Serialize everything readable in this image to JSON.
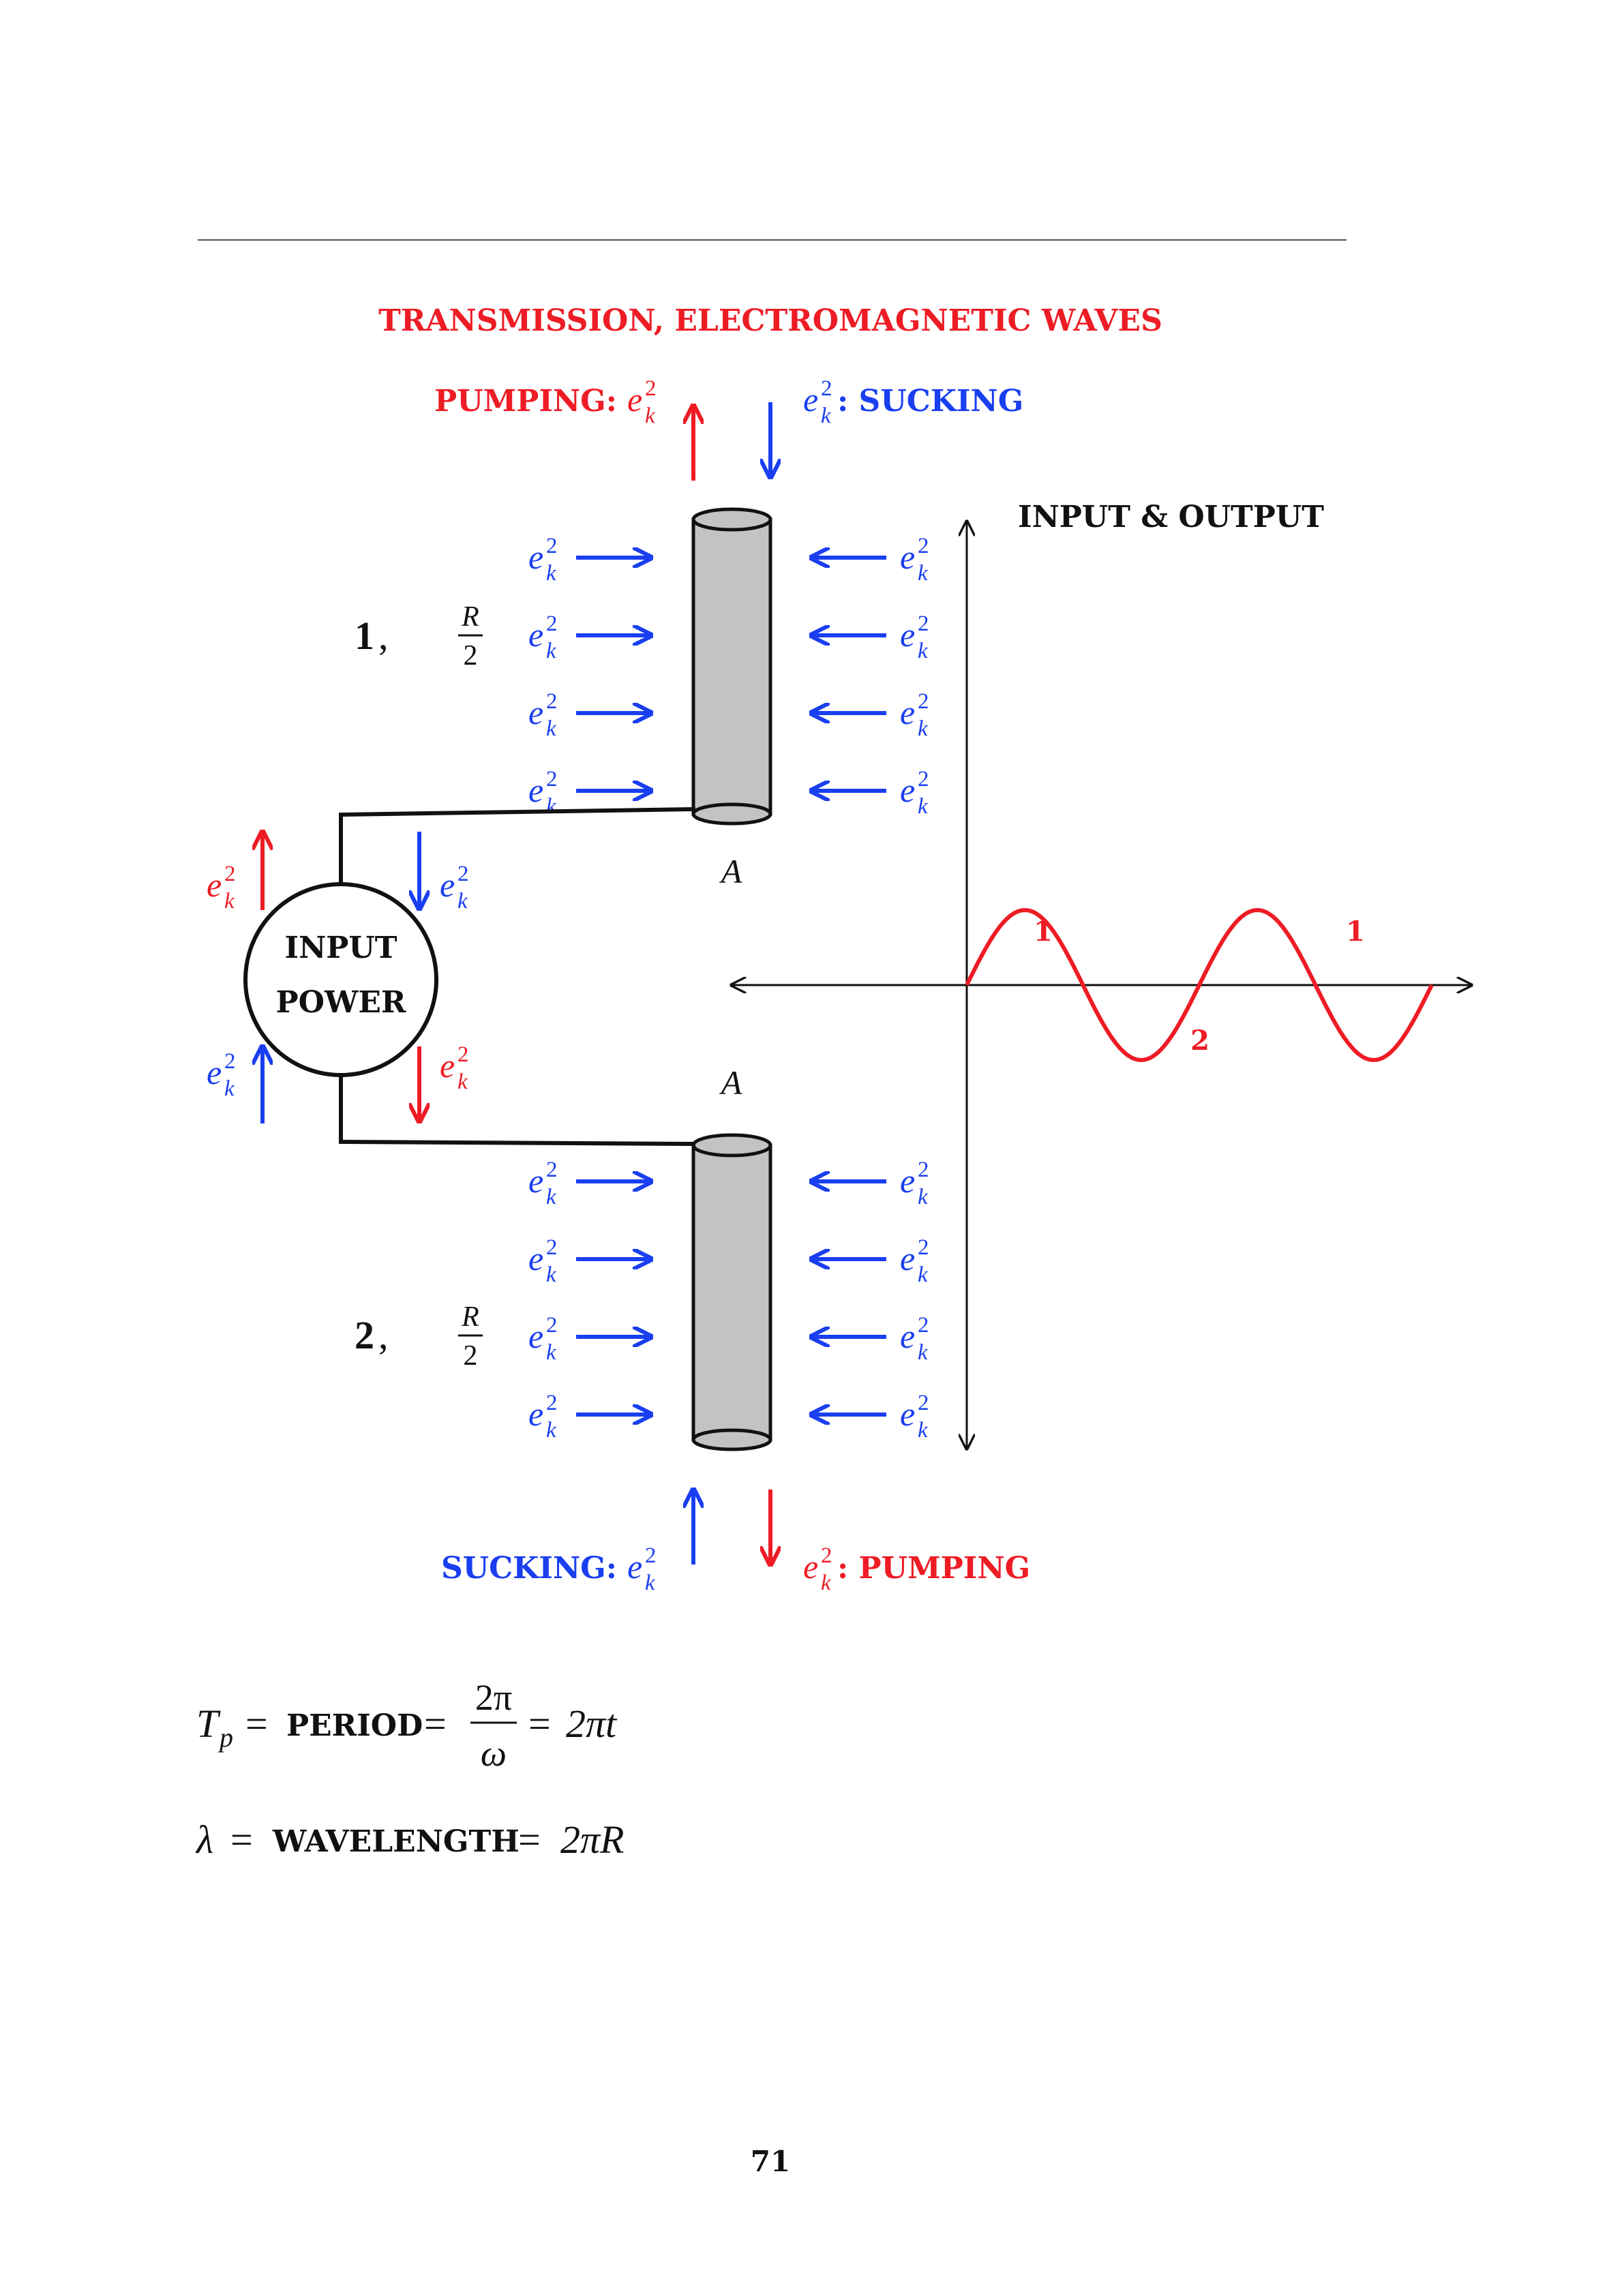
{
  "page": {
    "title": "TRANSMISSION, ELECTROMAGNETIC WAVES",
    "page_number": "71"
  },
  "colors": {
    "red": "#ee1c25",
    "blue": "#1a3ff0",
    "black": "#111111",
    "cylinder_fill": "#c3c3c3"
  },
  "diagram": {
    "top_left_label": "PUMPING:",
    "top_right_label": ": SUCKING",
    "bottom_left_label": "SUCKING:",
    "bottom_right_label": ": PUMPING",
    "symbol_base": "e",
    "symbol_sub": "k",
    "symbol_sup": "2",
    "source_label_line1": "INPUT",
    "source_label_line2": "POWER",
    "point_label": "A",
    "conductor_1_number": "1",
    "conductor_2_number": "2",
    "separator": ",",
    "fraction_num": "R",
    "fraction_den": "2",
    "axis_label": "INPUT & OUTPUT",
    "wave_label_1": "1",
    "wave_label_2": "2",
    "wave_label_3": "1"
  },
  "formulas": {
    "period_lhs_T": "T",
    "period_lhs_sub": "p",
    "eq": "=",
    "period_word": "PERIOD",
    "period_num": "2π",
    "period_den": "ω",
    "period_rhs": "2πt",
    "lambda_symbol": "λ",
    "wavelength_word": "WAVELENGTH",
    "wavelength_rhs": "2πR"
  }
}
